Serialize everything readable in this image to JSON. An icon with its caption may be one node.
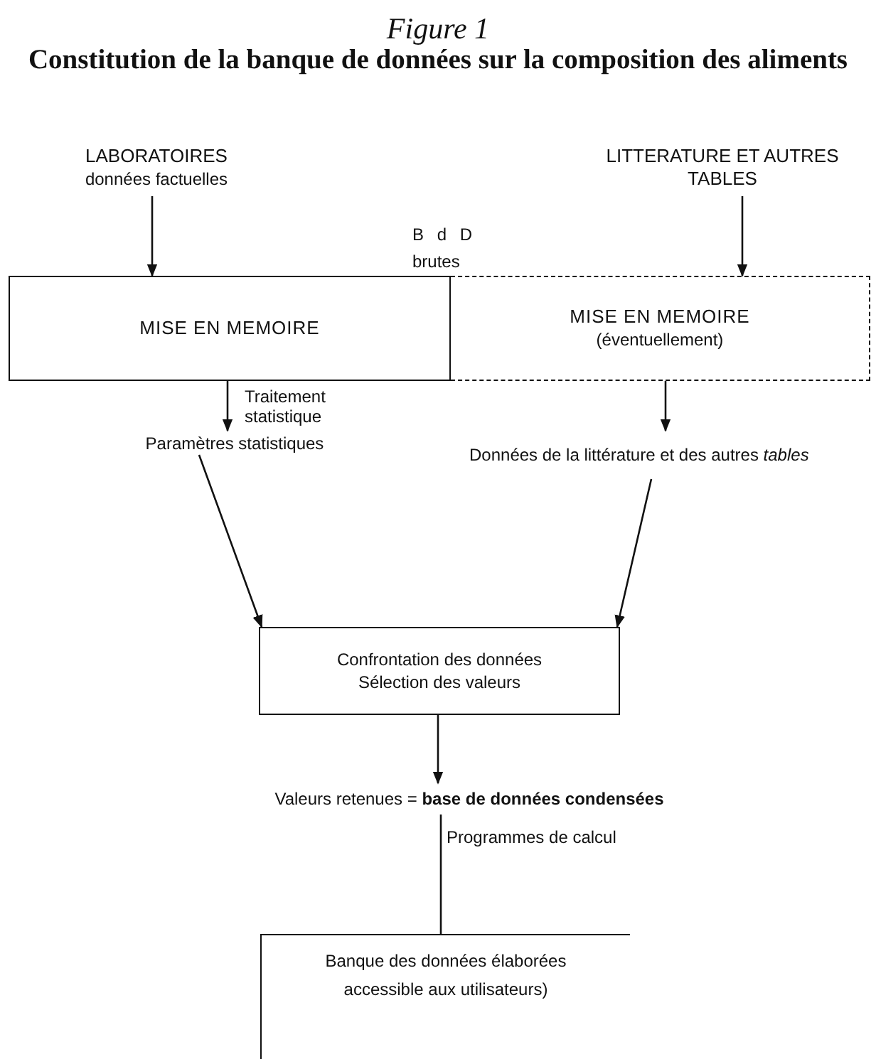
{
  "diagram": {
    "title": "Constitution de la banque de données sur la composition des aliments",
    "nodes": [
      {
        "text": [
          "LABORATOIRES",
          "données factuelles"
        ]
      },
      {
        "text": [
          "LITTERATURE ET AUTRES TABLES"
        ]
      },
      {
        "text": [
          "MISE EN MEMOIRE"
        ]
      },
      {
        "text": [
          "MISE EN MEMOIRE",
          "(éventuellement)"
        ]
      },
      {
        "text": [
          "Paramètres statistiques"
        ]
      },
      {
        "text": [
          "Données de la littérature et des autres *tables*"
        ]
      },
      {
        "text": [
          "Confrontation des données",
          "Sélection des valeurs"
        ]
      },
      {
        "text": [
          "Valeurs retenues = **base de données condensées**"
        ]
      },
      {
        "text": [
          "Banque des données élaborées",
          "accessible aux utilisateurs)"
        ]
      }
    ],
    "edges": [
      {
        "from": 0,
        "to": 2,
        "arrow": "to"
      },
      {
        "from": 1,
        "to": 3,
        "arrow": "to"
      },
      {
        "from": 2,
        "to": 4,
        "arrow": "to",
        "label": "Traitement statistique"
      },
      {
        "from": 3,
        "to": 5,
        "arrow": "to"
      },
      {
        "from": 4,
        "to": 6,
        "arrow": "to"
      },
      {
        "from": 5,
        "to": 6,
        "arrow": "to"
      },
      {
        "from": 6,
        "to": 7,
        "arrow": "to"
      },
      {
        "from": 7,
        "to": 8,
        "arrow": "none",
        "label": "Programmes de calcul"
      }
    ],
    "labels": [
      "Figure 1",
      "B d D",
      "brutes"
    ]
  }
}
